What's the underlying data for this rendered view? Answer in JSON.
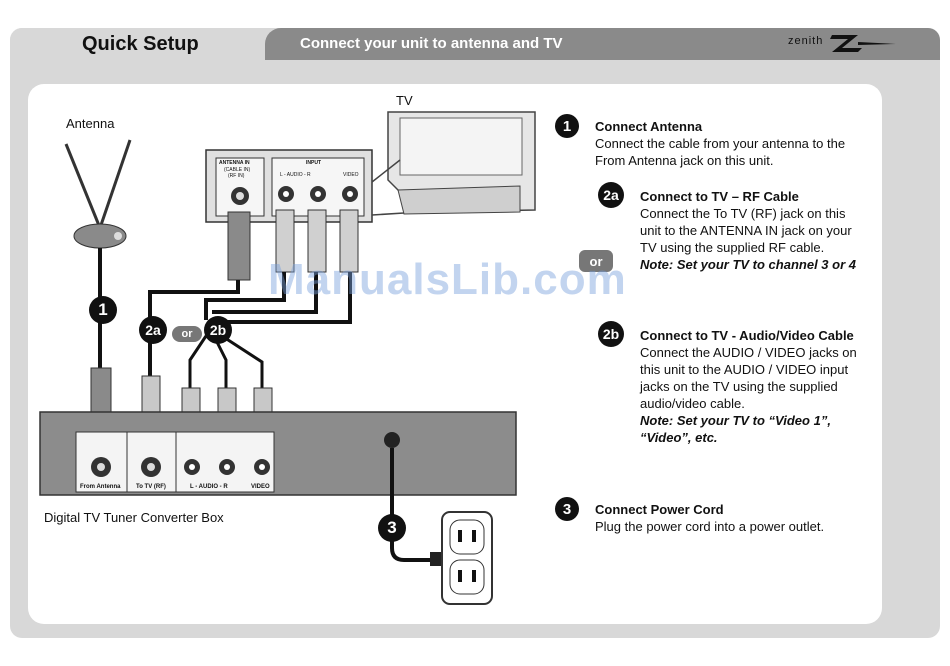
{
  "header": {
    "title": "Quick Setup",
    "subtitle": "Connect your unit to antenna and TV",
    "brand": "zenith"
  },
  "diagram": {
    "tv_label": "TV",
    "antenna_label": "Antenna",
    "box_label": "Digital TV Tuner Converter Box",
    "tv_panel": {
      "antenna_in": "ANTENNA IN",
      "cable_in": "(CABLE IN)",
      "rf_in": "(RF IN)",
      "input": "INPUT",
      "audio": "L - AUDIO - R",
      "video": "VIDEO"
    },
    "box_panel": {
      "from_antenna": "From Antenna",
      "to_tv_rf": "To TV (RF)",
      "audio": "L - AUDIO - R",
      "video": "VIDEO"
    },
    "badges": {
      "step1": "1",
      "step2a": "2a",
      "or": "or",
      "step2b": "2b",
      "step3": "3"
    }
  },
  "steps": {
    "s1": {
      "num": "1",
      "title": "Connect Antenna",
      "text": "Connect the cable from your antenna to the From Antenna jack on this unit."
    },
    "s2a": {
      "num": "2a",
      "title": "Connect to TV – RF Cable",
      "text": "Connect the To TV (RF) jack on this unit to the ANTENNA IN jack on your TV using the supplied RF cable.",
      "note": "Note: Set your TV to channel 3 or 4"
    },
    "or_label": "or",
    "s2b": {
      "num": "2b",
      "title": "Connect to TV - Audio/Video Cable",
      "text": "Connect the AUDIO / VIDEO jacks on this unit to the AUDIO / VIDEO input jacks on the TV using the supplied audio/video cable.",
      "note": "Note: Set your TV to “Video 1”, “Video”, etc."
    },
    "s3": {
      "num": "3",
      "title": "Connect Power Cord",
      "text": "Plug the power cord into a power outlet."
    }
  },
  "watermark": "ManualsLib.com",
  "colors": {
    "frame": "#d8d8d8",
    "header_bar": "#8a8a8a",
    "badge": "#111111"
  }
}
